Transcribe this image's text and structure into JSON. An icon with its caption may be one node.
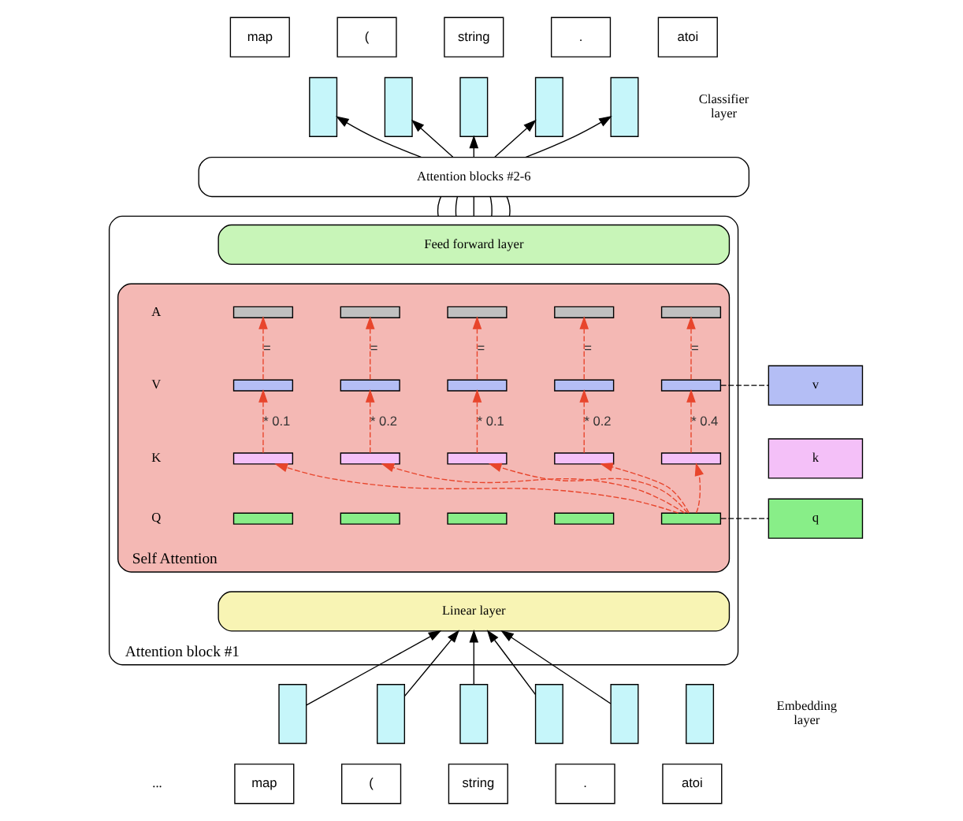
{
  "diagram": {
    "nodes": [
      {
        "text": [
          "map"
        ]
      },
      {
        "text": [
          "("
        ]
      },
      {
        "text": [
          "string"
        ]
      },
      {
        "text": [
          "."
        ]
      },
      {
        "text": [
          "atoi"
        ]
      },
      {
        "text": [],
        "shape": "box"
      },
      {
        "text": [],
        "shape": "box"
      },
      {
        "text": [],
        "shape": "box"
      },
      {
        "text": [],
        "shape": "box"
      },
      {
        "text": [],
        "shape": "box"
      },
      {
        "text": [
          "Attention blocks #2-6"
        ]
      },
      {
        "text": [
          "Attention block #1"
        ]
      },
      {
        "text": [
          "Feed forward layer"
        ],
        "in": 11
      },
      {
        "text": [
          "Self Attention"
        ],
        "in": 11
      },
      {
        "text": [],
        "shape": "bar",
        "in": 13
      },
      {
        "text": [],
        "shape": "bar",
        "in": 13
      },
      {
        "text": [],
        "shape": "bar",
        "in": 13
      },
      {
        "text": [],
        "shape": "bar",
        "in": 13
      },
      {
        "text": [],
        "shape": "bar",
        "in": 13
      },
      {
        "text": [],
        "shape": "bar",
        "in": 13
      },
      {
        "text": [],
        "shape": "bar",
        "in": 13
      },
      {
        "text": [],
        "shape": "bar",
        "in": 13
      },
      {
        "text": [],
        "shape": "bar",
        "in": 13
      },
      {
        "text": [],
        "shape": "bar",
        "in": 13
      },
      {
        "text": [],
        "shape": "bar",
        "in": 13
      },
      {
        "text": [],
        "shape": "bar",
        "in": 13
      },
      {
        "text": [],
        "shape": "bar",
        "in": 13
      },
      {
        "text": [],
        "shape": "bar",
        "in": 13
      },
      {
        "text": [],
        "shape": "bar",
        "in": 13
      },
      {
        "text": [],
        "shape": "bar",
        "in": 13
      },
      {
        "text": [],
        "shape": "bar",
        "in": 13
      },
      {
        "text": [],
        "shape": "bar",
        "in": 13
      },
      {
        "text": [],
        "shape": "bar",
        "in": 13
      },
      {
        "text": [],
        "shape": "bar",
        "in": 13
      },
      {
        "text": [
          "Linear layer"
        ],
        "in": 11
      },
      {
        "text": [
          "v"
        ]
      },
      {
        "text": [
          "k"
        ]
      },
      {
        "text": [
          "q"
        ]
      },
      {
        "text": [],
        "shape": "box"
      },
      {
        "text": [],
        "shape": "box"
      },
      {
        "text": [],
        "shape": "box"
      },
      {
        "text": [],
        "shape": "box"
      },
      {
        "text": [],
        "shape": "box"
      },
      {
        "text": [],
        "shape": "box"
      },
      {
        "text": [
          "map"
        ]
      },
      {
        "text": [
          "("
        ]
      },
      {
        "text": [
          "string"
        ]
      },
      {
        "text": [
          "."
        ]
      },
      {
        "text": [
          "atoi"
        ]
      }
    ],
    "edges": [
      {
        "from": 10,
        "to": 5,
        "arrow": "to"
      },
      {
        "from": 10,
        "to": 6,
        "arrow": "to"
      },
      {
        "from": 10,
        "to": 7,
        "arrow": "to"
      },
      {
        "from": 10,
        "to": 8,
        "arrow": "to"
      },
      {
        "from": 10,
        "to": 9,
        "arrow": "to"
      },
      {
        "from": 11,
        "to": 10,
        "arrow": "none"
      },
      {
        "from": 11,
        "to": 10,
        "arrow": "none"
      },
      {
        "from": 11,
        "to": 10,
        "arrow": "none"
      },
      {
        "from": 11,
        "to": 10,
        "arrow": "none"
      },
      {
        "from": 11,
        "to": 10,
        "arrow": "none"
      },
      {
        "from": 19,
        "to": 14,
        "arrow": "to",
        "label": "=",
        "style": "dashed",
        "color": "#e8452c"
      },
      {
        "from": 20,
        "to": 15,
        "arrow": "to",
        "label": "=",
        "style": "dashed",
        "color": "#e8452c"
      },
      {
        "from": 21,
        "to": 16,
        "arrow": "to",
        "label": "=",
        "style": "dashed",
        "color": "#e8452c"
      },
      {
        "from": 22,
        "to": 17,
        "arrow": "to",
        "label": "=",
        "style": "dashed",
        "color": "#e8452c"
      },
      {
        "from": 23,
        "to": 18,
        "arrow": "to",
        "label": "=",
        "style": "dashed",
        "color": "#e8452c"
      },
      {
        "from": 24,
        "to": 19,
        "arrow": "to",
        "label": "* 0.1",
        "style": "dashed",
        "color": "#e8452c"
      },
      {
        "from": 25,
        "to": 20,
        "arrow": "to",
        "label": "* 0.2",
        "style": "dashed",
        "color": "#e8452c"
      },
      {
        "from": 26,
        "to": 21,
        "arrow": "to",
        "label": "* 0.1",
        "style": "dashed",
        "color": "#e8452c"
      },
      {
        "from": 27,
        "to": 22,
        "arrow": "to",
        "label": "* 0.2",
        "style": "dashed",
        "color": "#e8452c"
      },
      {
        "from": 28,
        "to": 23,
        "arrow": "to",
        "label": "* 0.4",
        "style": "dashed",
        "color": "#e8452c"
      },
      {
        "from": 33,
        "to": 24,
        "arrow": "to",
        "style": "dashed",
        "color": "#e8452c"
      },
      {
        "from": 33,
        "to": 25,
        "arrow": "to",
        "style": "dashed",
        "color": "#e8452c"
      },
      {
        "from": 33,
        "to": 26,
        "arrow": "to",
        "style": "dashed",
        "color": "#e8452c"
      },
      {
        "from": 33,
        "to": 27,
        "arrow": "to",
        "style": "dashed",
        "color": "#e8452c"
      },
      {
        "from": 33,
        "to": 28,
        "arrow": "to",
        "style": "dashed",
        "color": "#e8452c"
      },
      {
        "from": 23,
        "to": 35,
        "arrow": "none",
        "style": "dashed"
      },
      {
        "from": 33,
        "to": 37,
        "arrow": "none",
        "style": "dashed"
      },
      {
        "from": 38,
        "to": 34,
        "arrow": "to"
      },
      {
        "from": 39,
        "to": 34,
        "arrow": "to"
      },
      {
        "from": 40,
        "to": 34,
        "arrow": "to"
      },
      {
        "from": 41,
        "to": 34,
        "arrow": "to"
      },
      {
        "from": 42,
        "to": 34,
        "arrow": "to"
      }
    ],
    "labels": [
      "Classifier layer",
      "A",
      "V",
      "K",
      "Q",
      "Embedding layer",
      "..."
    ]
  }
}
